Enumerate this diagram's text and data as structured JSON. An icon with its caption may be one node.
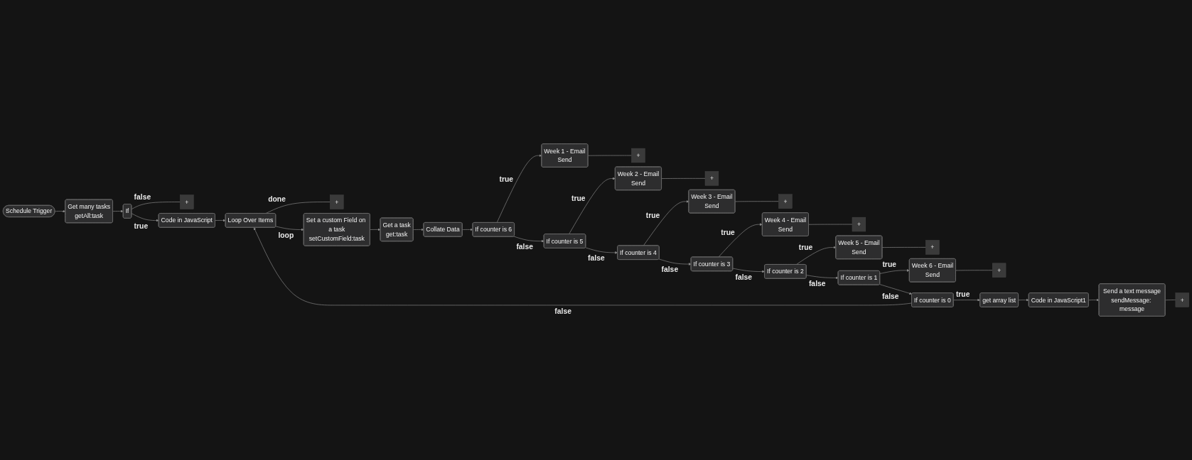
{
  "diagram": {
    "nodes": [
      {
        "text": [
          "Schedule Trigger"
        ]
      },
      {
        "text": [
          "Get many tasks",
          "getAll:task"
        ]
      },
      {
        "text": [
          "If"
        ]
      },
      {
        "text": [
          "+"
        ]
      },
      {
        "text": [
          "Code in JavaScript"
        ]
      },
      {
        "text": [
          "Loop Over Items"
        ]
      },
      {
        "text": [
          "+"
        ]
      },
      {
        "text": [
          "Set a custom Field on a task",
          "setCustomField:task"
        ]
      },
      {
        "text": [
          "Get a task",
          "get:task"
        ]
      },
      {
        "text": [
          "Collate Data"
        ]
      },
      {
        "text": [
          "If counter is 6"
        ]
      },
      {
        "text": [
          "Week 1 - Email",
          "Send"
        ]
      },
      {
        "text": [
          "+"
        ]
      },
      {
        "text": [
          "If counter is 5"
        ]
      },
      {
        "text": [
          "Week 2 - Email",
          "Send"
        ]
      },
      {
        "text": [
          "+"
        ]
      },
      {
        "text": [
          "If counter is 4"
        ]
      },
      {
        "text": [
          "Week 3 - Email",
          "Send"
        ]
      },
      {
        "text": [
          "+"
        ]
      },
      {
        "text": [
          "If counter is 3"
        ]
      },
      {
        "text": [
          "Week 4 - Email",
          "Send"
        ]
      },
      {
        "text": [
          "+"
        ]
      },
      {
        "text": [
          "If counter is 2"
        ]
      },
      {
        "text": [
          "Week 5 - Email",
          "Send"
        ]
      },
      {
        "text": [
          "+"
        ]
      },
      {
        "text": [
          "If counter is 1"
        ]
      },
      {
        "text": [
          "Week 6 - Email",
          "Send"
        ]
      },
      {
        "text": [
          "+"
        ]
      },
      {
        "text": [
          "If counter is 0"
        ]
      },
      {
        "text": [
          "get array list"
        ]
      },
      {
        "text": [
          "Code in JavaScript1"
        ]
      },
      {
        "text": [
          "Send a text message",
          "sendMessage: message"
        ]
      },
      {
        "text": [
          "+"
        ]
      }
    ],
    "edges": [
      {
        "from": 0,
        "to": 1,
        "arrow": "to"
      },
      {
        "from": 1,
        "to": 2,
        "arrow": "to"
      },
      {
        "from": 2,
        "to": 4,
        "label": "true",
        "arrow": "to"
      },
      {
        "from": 2,
        "to": 3,
        "label": "false",
        "arrow": "none"
      },
      {
        "from": 4,
        "to": 5,
        "arrow": "to"
      },
      {
        "from": 5,
        "to": 6,
        "label": "done",
        "arrow": "none"
      },
      {
        "from": 5,
        "to": 7,
        "label": "loop",
        "arrow": "to"
      },
      {
        "from": 7,
        "to": 8,
        "arrow": "to"
      },
      {
        "from": 8,
        "to": 9,
        "arrow": "to"
      },
      {
        "from": 9,
        "to": 10,
        "arrow": "to"
      },
      {
        "from": 10,
        "to": 11,
        "label": "true",
        "arrow": "to"
      },
      {
        "from": 10,
        "to": 13,
        "label": "false",
        "arrow": "to"
      },
      {
        "from": 11,
        "to": 12,
        "arrow": "none"
      },
      {
        "from": 13,
        "to": 14,
        "label": "true",
        "arrow": "to"
      },
      {
        "from": 13,
        "to": 16,
        "label": "false",
        "arrow": "to"
      },
      {
        "from": 14,
        "to": 15,
        "arrow": "none"
      },
      {
        "from": 16,
        "to": 17,
        "label": "true",
        "arrow": "to"
      },
      {
        "from": 16,
        "to": 19,
        "label": "false",
        "arrow": "to"
      },
      {
        "from": 17,
        "to": 18,
        "arrow": "none"
      },
      {
        "from": 19,
        "to": 20,
        "label": "true",
        "arrow": "to"
      },
      {
        "from": 19,
        "to": 22,
        "label": "false",
        "arrow": "to"
      },
      {
        "from": 20,
        "to": 21,
        "arrow": "none"
      },
      {
        "from": 22,
        "to": 23,
        "label": "true",
        "arrow": "to"
      },
      {
        "from": 22,
        "to": 25,
        "label": "false",
        "arrow": "to"
      },
      {
        "from": 23,
        "to": 24,
        "arrow": "none"
      },
      {
        "from": 25,
        "to": 26,
        "label": "true",
        "arrow": "to"
      },
      {
        "from": 25,
        "to": 28,
        "label": "false",
        "arrow": "to"
      },
      {
        "from": 26,
        "to": 27,
        "arrow": "none"
      },
      {
        "from": 28,
        "to": 29,
        "label": "true",
        "arrow": "to"
      },
      {
        "from": 28,
        "to": 5,
        "label": "false",
        "arrow": "to"
      },
      {
        "from": 29,
        "to": 30,
        "arrow": "to"
      },
      {
        "from": 30,
        "to": 31,
        "arrow": "to"
      },
      {
        "from": 31,
        "to": 32,
        "arrow": "none"
      }
    ]
  }
}
